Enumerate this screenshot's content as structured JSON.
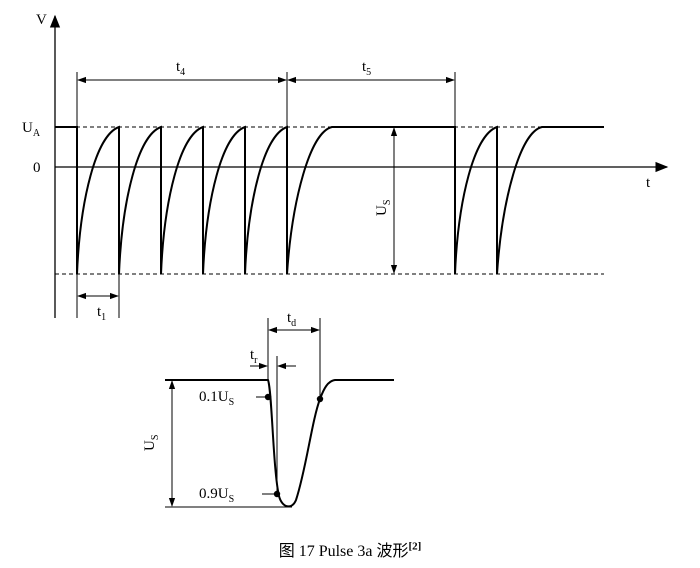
{
  "top": {
    "y_axis": {
      "letter": "V"
    },
    "x_axis": {
      "letter": "t"
    },
    "ua": {
      "main": "U",
      "sub": "A"
    },
    "zero": "0",
    "t4": {
      "main": "t",
      "sub": "4"
    },
    "t5": {
      "main": "t",
      "sub": "5"
    },
    "t1": {
      "main": "t",
      "sub": "1"
    },
    "us": {
      "main": "U",
      "sub": "S"
    }
  },
  "bottom": {
    "td": {
      "main": "t",
      "sub": "d"
    },
    "tr": {
      "main": "t",
      "sub": "r"
    },
    "p10": {
      "main": "0.1U",
      "sub": "S"
    },
    "p90": {
      "main": "0.9U",
      "sub": "S"
    },
    "us": {
      "main": "U",
      "sub": "S"
    }
  },
  "caption": {
    "text": "图 17 Pulse 3a 波形",
    "ref": "[2]"
  }
}
